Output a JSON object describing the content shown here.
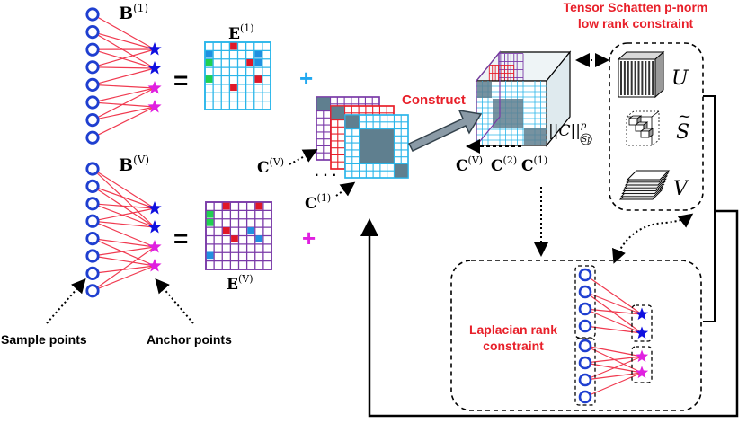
{
  "labels": {
    "b_top": "B",
    "b_top_sup": "(1)",
    "b_bottom": "B",
    "b_bottom_sup": "(V)",
    "e_top": "E",
    "e_top_sup": "(1)",
    "e_bottom": "E",
    "e_bottom_sup": "(V)",
    "equals_top": "=",
    "equals_bottom": "=",
    "plus_top": "+",
    "plus_bottom": "+",
    "c_v": "C",
    "c_v_sup": "(V)",
    "c_1": "C",
    "c_1_sup": "(1)",
    "construct": "Construct",
    "tensor_c_v": "C",
    "tensor_c_v_sup": "(V)",
    "tensor_c_2": "C",
    "tensor_c_2_sup": "(2)",
    "tensor_c_1": "C",
    "tensor_c_1_sup": "(1)",
    "norm_text": "||C||",
    "norm_sup": "p",
    "norm_sub": "Sp",
    "title_line1": "Tensor Schatten p-norm",
    "title_line2": "low rank constraint",
    "u_label": "U",
    "s_label": "S",
    "s_tilde": "~",
    "v_label": "V",
    "laplacian_line1": "Laplacian rank",
    "laplacian_line2": "constraint",
    "sample_points": "Sample points",
    "anchor_points": "Anchor points"
  },
  "colors": {
    "circle": "#1f3fd0",
    "edge": "#f03a50",
    "star_blue": "#1010e0",
    "star_magenta": "#e020e0",
    "grid_cyan": "#2bb6ea",
    "grid_purple": "#7a3aa8",
    "grid_red": "#e8202a",
    "dark_gray": "#5f7f8f",
    "cell_red": "#e01828",
    "cell_green": "#20d050",
    "cell_blue": "#2090e0",
    "plus_cyan": "#20a8f0",
    "plus_magenta": "#e020e0",
    "red_text": "#e8202a",
    "arrow_gray": "#8a9aa6"
  }
}
